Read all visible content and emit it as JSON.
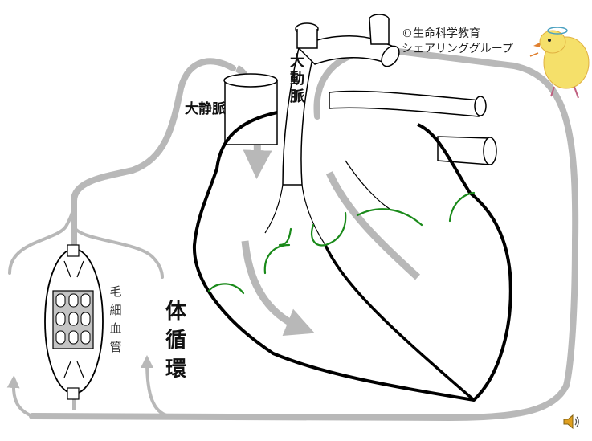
{
  "copyright": {
    "line1": "©生命科学教育",
    "line2": "シェアリンググループ"
  },
  "labels": {
    "vena_cava": "大静脈",
    "aorta": [
      "大",
      "動",
      "脈"
    ],
    "capillary": [
      "毛",
      "細",
      "血",
      "管"
    ],
    "systemic": [
      "体",
      "循",
      "環"
    ]
  },
  "colors": {
    "outline": "#000000",
    "flow_arrow": "#b8b8b8",
    "valve": "#1a8a1a",
    "capillary_fill": "#c4c4c4",
    "speaker": "#e0a020"
  },
  "icons": {
    "mascot": "chick-illustration",
    "speaker": "speaker-icon"
  }
}
